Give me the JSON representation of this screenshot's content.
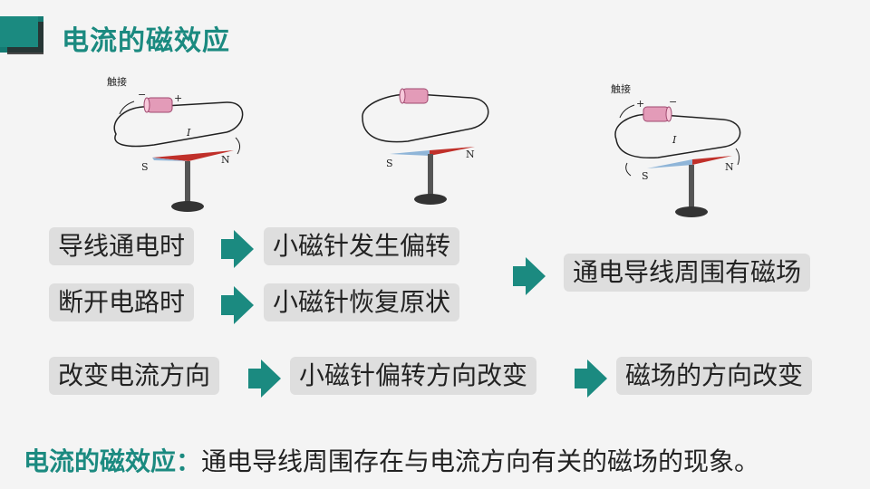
{
  "header": {
    "title": "电流的磁效应"
  },
  "figures": [
    {
      "caption": "触接",
      "neg": "−",
      "pos": "+",
      "current": "I",
      "south": "S",
      "north": "N"
    },
    {
      "caption": "",
      "neg": "",
      "pos": "",
      "current": "",
      "south": "S",
      "north": "N"
    },
    {
      "caption": "触接",
      "neg": "−",
      "pos": "+",
      "current": "I",
      "south": "S",
      "north": "N"
    }
  ],
  "rows": {
    "conduct": "导线通电时",
    "needle_deflect": "小磁针发生偏转",
    "disconnect": "断开电路时",
    "needle_restore": "小磁针恢复原状",
    "conclusion": "通电导线周围有磁场",
    "reverse": "改变电流方向",
    "needle_reverse": "小磁针偏转方向改变",
    "field_reverse": "磁场的方向改变"
  },
  "summary": {
    "key": "电流的磁效应：",
    "text": "通电导线周围存在与电流方向有关的磁场的现象。"
  }
}
